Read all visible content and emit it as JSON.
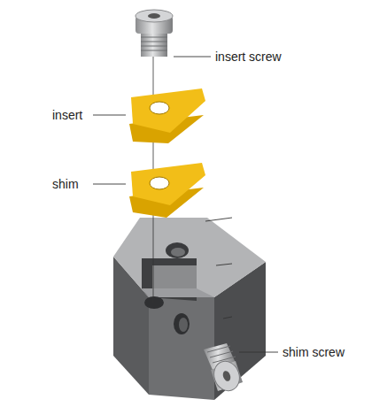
{
  "diagram": {
    "labels": [
      "insert screw",
      "insert",
      "shim",
      "shim screw"
    ]
  }
}
